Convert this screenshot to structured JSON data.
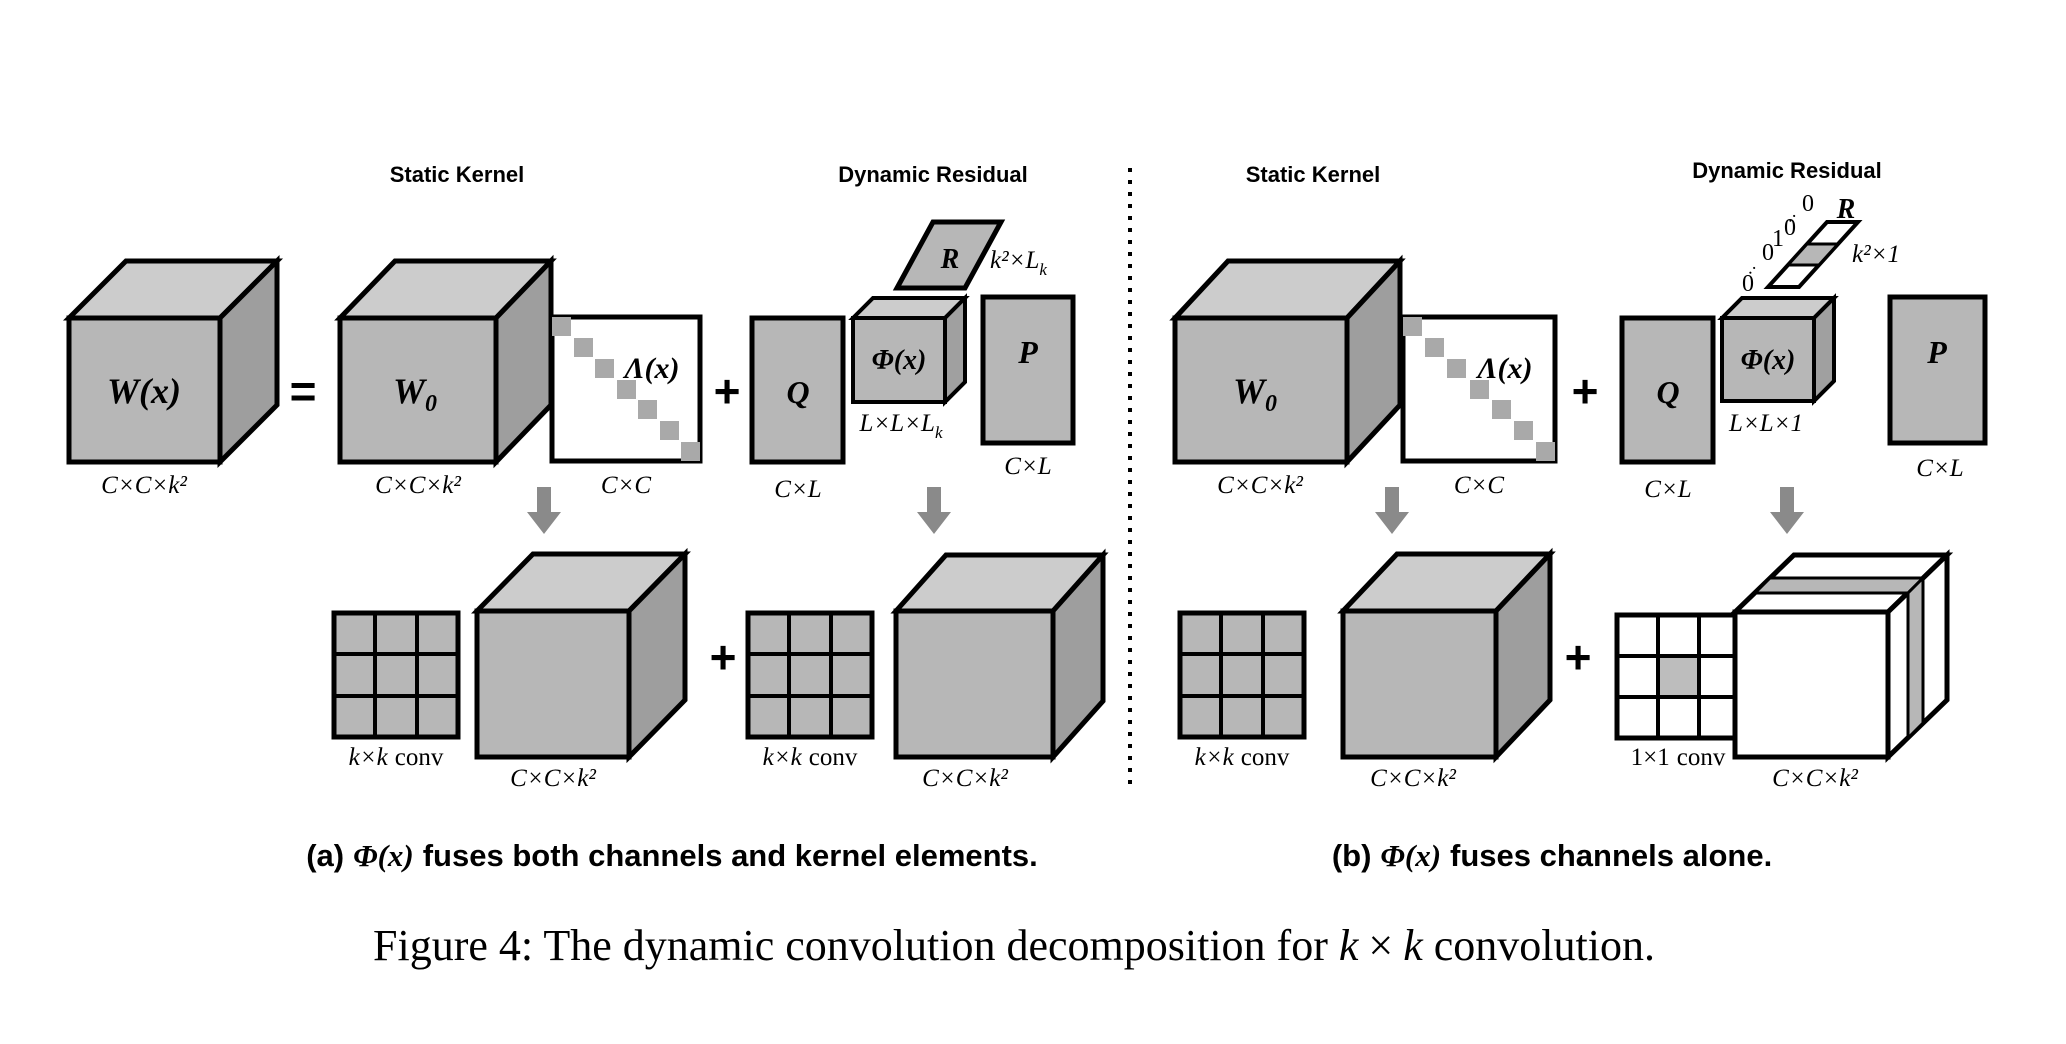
{
  "colors": {
    "background": "#ffffff",
    "shape_gray": "#b7b7b7",
    "cube_top_gray": "#cccccc",
    "cube_side_gray": "#9e9e9e",
    "diagonal_block_gray": "#a9a9a9",
    "arrow_gray": "#8a8a8a",
    "outline": "#000000"
  },
  "figure": {
    "panels": {
      "a": {
        "headers": {
          "static": "Static Kernel",
          "dynamic": "Dynamic Residual"
        },
        "wx": {
          "label": "W(x)",
          "dim": "C×C×k²"
        },
        "equals": "=",
        "w0": {
          "main": "W",
          "sub": "0",
          "dim": "C×C×k²"
        },
        "lambda": {
          "label": "Λ(x)",
          "dim": "C×C"
        },
        "plus_top": "+",
        "q": {
          "label": "Q",
          "dim": "C×L"
        },
        "phi": {
          "label": "Φ(x)",
          "dim_main": "L×L×L",
          "dim_sub": "k"
        },
        "r": {
          "label": "R",
          "dim_main": "k²×L",
          "dim_sub": "k"
        },
        "p": {
          "label": "P",
          "dim": "C×L"
        },
        "bottom": {
          "conv1_math": "k×k",
          "conv1_text": "conv",
          "cube1_dim": "C×C×k²",
          "plus": "+",
          "conv2_math": "k×k",
          "conv2_text": "conv",
          "cube2_dim": "C×C×k²"
        },
        "caption": {
          "prefix": "(a)",
          "math": "Φ(x)",
          "text": "fuses both channels and kernel elements."
        }
      },
      "b": {
        "headers": {
          "static": "Static Kernel",
          "dynamic": "Dynamic Residual"
        },
        "w0": {
          "main": "W",
          "sub": "0",
          "dim": "C×C×k²"
        },
        "lambda": {
          "label": "Λ(x)",
          "dim": "C×C"
        },
        "plus_top": "+",
        "q": {
          "label": "Q",
          "dim": "C×L"
        },
        "phi": {
          "label": "Φ(x)",
          "dim": "L×L×1"
        },
        "r": {
          "label": "R",
          "dim": "k²×1",
          "one_hot": [
            "0",
            "··",
            "0",
            "1",
            "0",
            "··",
            "0"
          ]
        },
        "p": {
          "label": "P",
          "dim": "C×L"
        },
        "bottom": {
          "conv1_math": "k×k",
          "conv1_text": "conv",
          "cube1_dim": "C×C×k²",
          "plus": "+",
          "conv2_math": "1×1",
          "conv2_text": "conv",
          "cube2_dim": "C×C×k²"
        },
        "caption": {
          "prefix": "(b)",
          "math": "Φ(x)",
          "text": "fuses channels alone."
        }
      }
    },
    "caption": {
      "part1": "Figure 4: The dynamic convolution decomposition for",
      "k1": "k",
      "times": "×",
      "k2": "k",
      "part2": "convolution."
    }
  }
}
